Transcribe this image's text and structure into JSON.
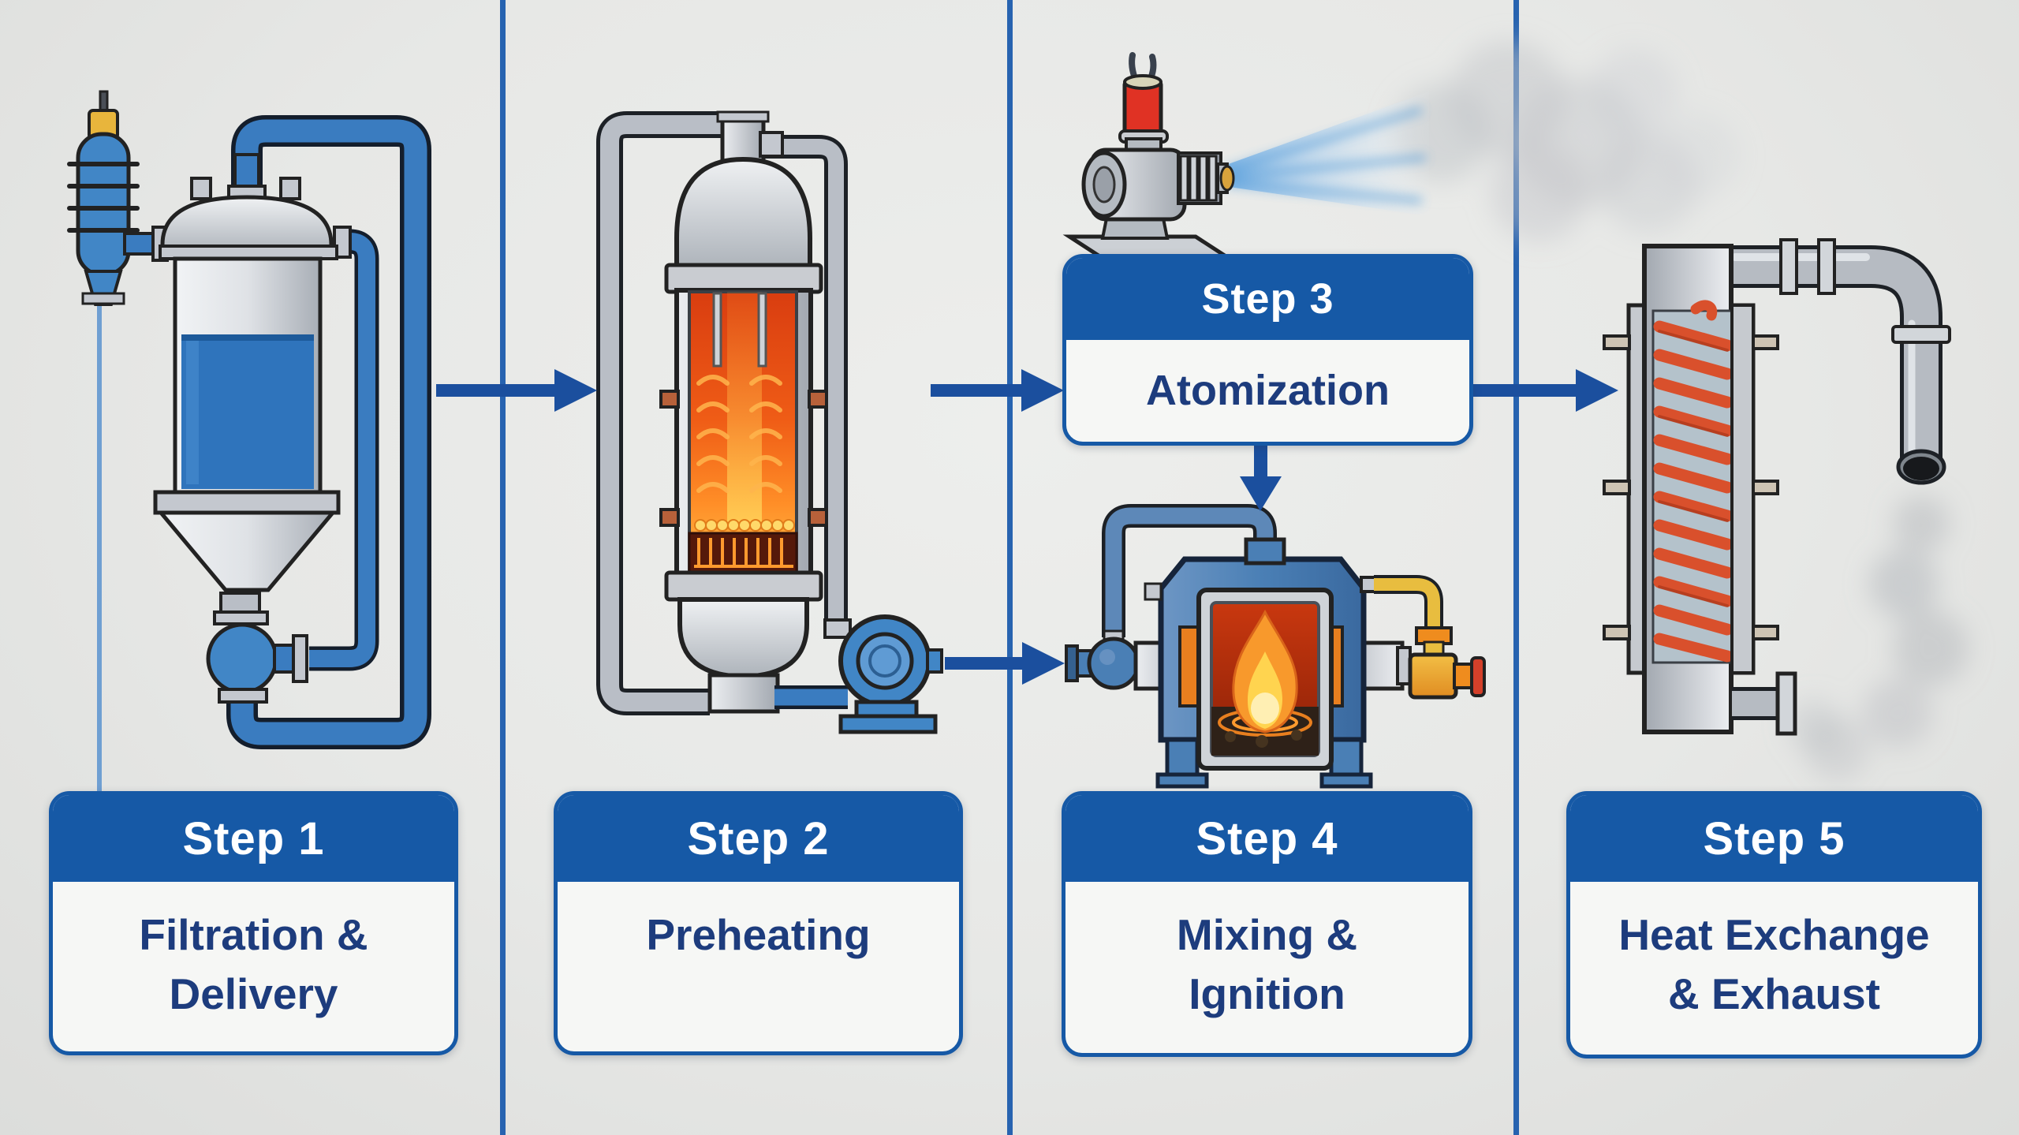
{
  "page": {
    "kind": "industrial-process-flow-infographic",
    "background": "#e7e8e6"
  },
  "colors": {
    "card_header_blue": "#1659a6",
    "card_border_blue": "#1659a6",
    "card_body_bg": "#f6f7f5",
    "card_text_navy": "#1d3c7d",
    "header_text_white": "#ffffff",
    "arrow_blue": "#1b4f9e",
    "divider_blue": "#2763b0",
    "machine_blue": "#4186c6",
    "liquid_blue": "#2f74bc",
    "glow_orange": "#ff8e27",
    "coil_red": "#d9502c"
  },
  "steps": [
    {
      "title": "Step 1",
      "label_lines": [
        "Filtration &",
        "Delivery"
      ],
      "icon": "filter-and-fuel-tank-icon"
    },
    {
      "title": "Step 2",
      "label_lines": [
        "Preheating",
        ""
      ],
      "icon": "preheater-vessel-pump-icon"
    },
    {
      "title": "Step 3",
      "label_lines": [
        "Atomization",
        ""
      ],
      "icon": "atomizer-nozzle-spray-icon"
    },
    {
      "title": "Step 4",
      "label_lines": [
        "Mixing &",
        "Ignition"
      ],
      "icon": "combustion-chamber-flame-icon"
    },
    {
      "title": "Step 5",
      "label_lines": [
        "Heat Exchange",
        "& Exhaust"
      ],
      "icon": "heat-exchanger-exhaust-icon"
    }
  ],
  "arrows": [
    {
      "name": "arrow-step1-to-step2",
      "direction": "right"
    },
    {
      "name": "arrow-step2-to-step3",
      "direction": "right"
    },
    {
      "name": "arrow-step3-to-step5",
      "direction": "right"
    },
    {
      "name": "arrow-to-burner",
      "direction": "right"
    },
    {
      "name": "arrow-step3-to-step4",
      "direction": "down"
    }
  ]
}
